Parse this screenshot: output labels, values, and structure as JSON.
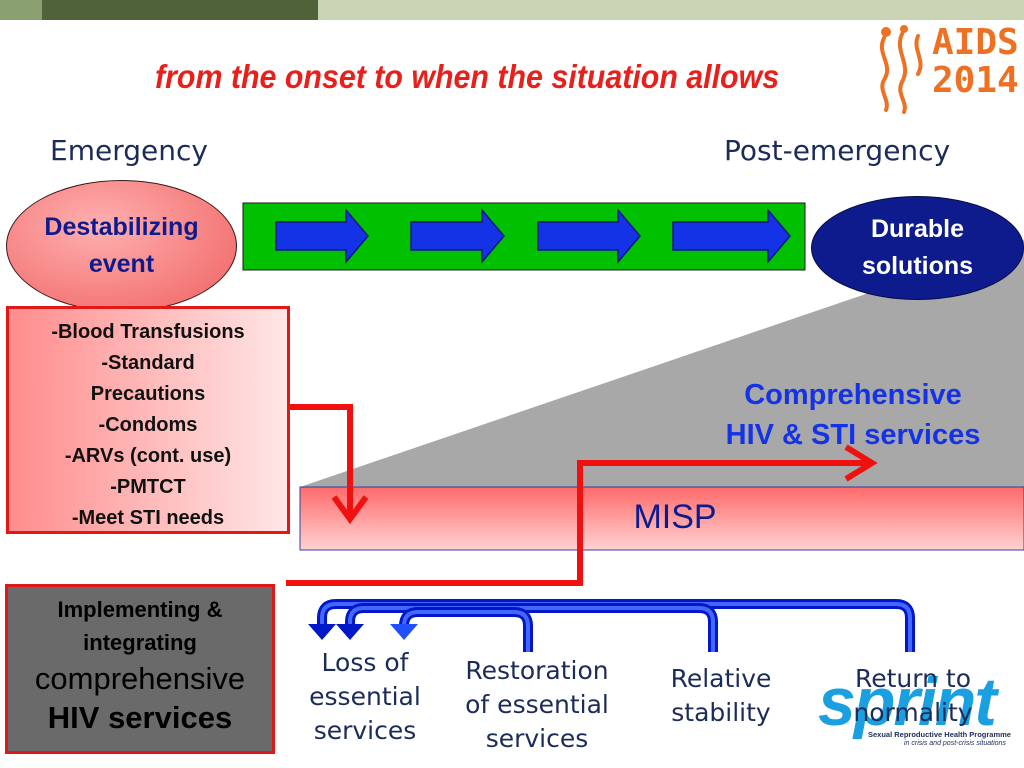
{
  "title": "from the onset to when the situation allows",
  "logo": {
    "line1": "AIDS",
    "line2": "2014"
  },
  "phases": {
    "left": "Emergency",
    "right": "Post-emergency"
  },
  "destabilizing": {
    "line1": "Destabilizing",
    "line2": "event"
  },
  "durable": {
    "line1": "Durable",
    "line2": "solutions"
  },
  "misp_items": [
    "-Blood Transfusions",
    "-Standard",
    "Precautions",
    "-Condoms",
    "-ARVs (cont. use)",
    "-PMTCT",
    "-Meet STI needs"
  ],
  "comprehensive": {
    "line1": "Comprehensive",
    "line2": "HIV & STI services"
  },
  "misp_label": "MISP",
  "implementing": {
    "line1": "Implementing &",
    "line2": "integrating",
    "line3": "comprehensive",
    "line4": "HIV services"
  },
  "stages": [
    {
      "line1": "Loss of",
      "line2": "essential",
      "line3": "services"
    },
    {
      "line1": "Restoration",
      "line2": "of essential",
      "line3": "services"
    },
    {
      "line1": "Relative",
      "line2": "stability"
    },
    {
      "line1": "Return to",
      "line2": "normality"
    }
  ],
  "sprint": {
    "word": "sprint",
    "tag1": "Sexual Reproductive Health Programme",
    "tag2": "in crisis and post-crisis situations"
  },
  "colors": {
    "title_red": "#e8201c",
    "navy": "#0d1b8c",
    "green": "#00c000",
    "arrow_blue": "#1432e6",
    "logo_orange": "#ee7023",
    "sprint_blue": "#1aa0e0"
  }
}
